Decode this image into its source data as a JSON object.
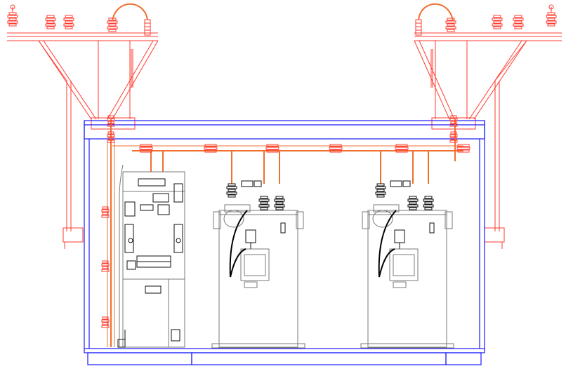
{
  "drawing": {
    "kind": "electrical substation elevation drawing",
    "text_labels": []
  },
  "colors": {
    "background": "#ffffff",
    "structure_red": "#ff3b30",
    "bus_orange": "#f07030",
    "enclosure_blue": "#1a1aff",
    "equipment_gray": "#7a7a7a",
    "detail_black": "#111111",
    "cable_black": "#000000"
  },
  "components": [
    {
      "name": "left-pole-structure",
      "color": "structure_red"
    },
    {
      "name": "right-pole-structure",
      "color": "structure_red"
    },
    {
      "name": "enclosure-frame",
      "color": "enclosure_blue"
    },
    {
      "name": "main-busbar",
      "color": "bus_orange"
    },
    {
      "name": "switchgear-cabinet",
      "color": "equipment_gray"
    },
    {
      "name": "transformer-1",
      "color": "equipment_gray"
    },
    {
      "name": "transformer-2",
      "color": "equipment_gray"
    }
  ]
}
